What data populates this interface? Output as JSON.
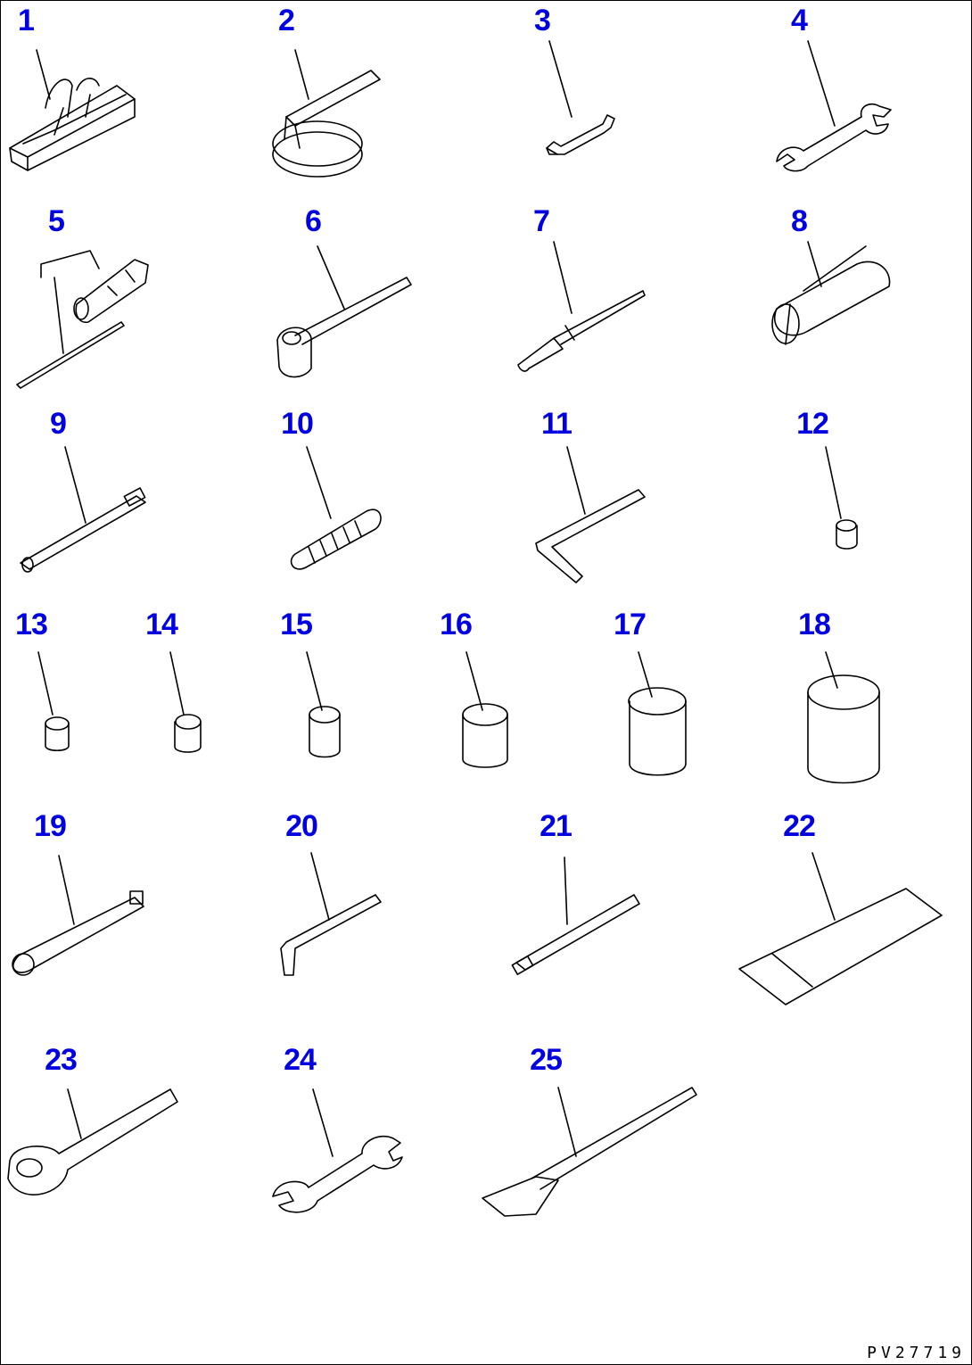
{
  "figure": {
    "items": [
      {
        "no": "1",
        "icon": "tool-bag-icon"
      },
      {
        "no": "2",
        "icon": "filter-band-wrench-icon"
      },
      {
        "no": "3",
        "icon": "small-open-end-wrench-icon"
      },
      {
        "no": "4",
        "icon": "open-end-wrench-icon"
      },
      {
        "no": "5",
        "icon": "box-wrench-and-bar-icon"
      },
      {
        "no": "6",
        "icon": "hammer-icon"
      },
      {
        "no": "7",
        "icon": "pry-bar-icon"
      },
      {
        "no": "8",
        "icon": "grease-gun-icon"
      },
      {
        "no": "9",
        "icon": "extension-bar-icon"
      },
      {
        "no": "10",
        "icon": "wire-brush-icon"
      },
      {
        "no": "11",
        "icon": "hex-key-icon"
      },
      {
        "no": "12",
        "icon": "socket-icon"
      },
      {
        "no": "13",
        "icon": "socket-icon"
      },
      {
        "no": "14",
        "icon": "socket-icon"
      },
      {
        "no": "15",
        "icon": "socket-icon"
      },
      {
        "no": "16",
        "icon": "socket-icon"
      },
      {
        "no": "17",
        "icon": "socket-icon"
      },
      {
        "no": "18",
        "icon": "socket-icon"
      },
      {
        "no": "19",
        "icon": "socket-handle-icon"
      },
      {
        "no": "20",
        "icon": "l-wrench-icon"
      },
      {
        "no": "21",
        "icon": "socket-extension-icon"
      },
      {
        "no": "22",
        "icon": "tool-pouch-icon"
      },
      {
        "no": "23",
        "icon": "ratchet-handle-icon"
      },
      {
        "no": "24",
        "icon": "wrench-icon"
      },
      {
        "no": "25",
        "icon": "scraper-icon"
      }
    ],
    "drawing_code": "PV27719"
  },
  "colors": {
    "callout": "#0000e0",
    "line": "#000000"
  }
}
